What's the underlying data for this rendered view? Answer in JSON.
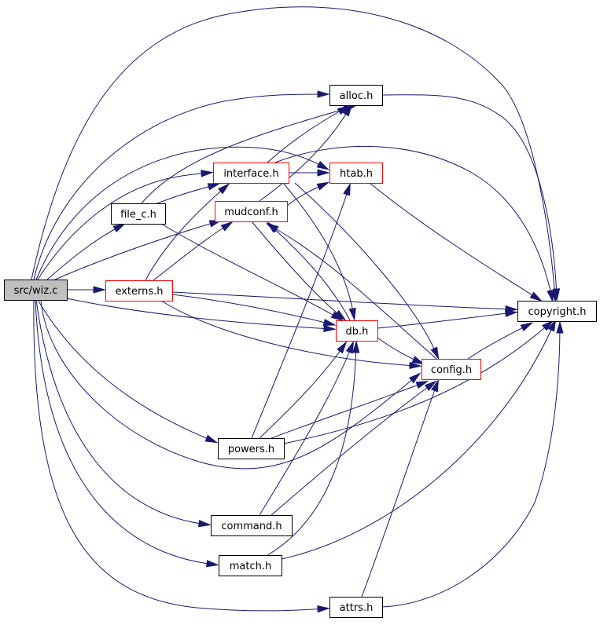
{
  "colors": {
    "edge": "#191970",
    "root_fill": "#bfbfbf",
    "root_border": "#000000",
    "linked_border": "#000000",
    "has_children_border": "#ff0000",
    "node_fill": "#ffffff"
  },
  "nodes": {
    "wiz": {
      "label": "src/wiz.c",
      "kind": "root"
    },
    "file_c": {
      "label": "file_c.h",
      "kind": "leaf"
    },
    "externs": {
      "label": "externs.h",
      "kind": "expandable"
    },
    "interface": {
      "label": "interface.h",
      "kind": "expandable"
    },
    "mudconf": {
      "label": "mudconf.h",
      "kind": "expandable"
    },
    "alloc": {
      "label": "alloc.h",
      "kind": "leaf"
    },
    "htab": {
      "label": "htab.h",
      "kind": "expandable"
    },
    "db": {
      "label": "db.h",
      "kind": "expandable"
    },
    "config": {
      "label": "config.h",
      "kind": "expandable"
    },
    "copyright": {
      "label": "copyright.h",
      "kind": "leaf"
    },
    "powers": {
      "label": "powers.h",
      "kind": "leaf"
    },
    "command": {
      "label": "command.h",
      "kind": "leaf"
    },
    "match": {
      "label": "match.h",
      "kind": "leaf"
    },
    "attrs": {
      "label": "attrs.h",
      "kind": "leaf"
    }
  },
  "edges": [
    [
      "wiz",
      "copyright"
    ],
    [
      "wiz",
      "alloc"
    ],
    [
      "wiz",
      "htab"
    ],
    [
      "wiz",
      "interface"
    ],
    [
      "wiz",
      "file_c"
    ],
    [
      "wiz",
      "mudconf"
    ],
    [
      "wiz",
      "externs"
    ],
    [
      "wiz",
      "db"
    ],
    [
      "wiz",
      "config"
    ],
    [
      "wiz",
      "powers"
    ],
    [
      "wiz",
      "command"
    ],
    [
      "wiz",
      "match"
    ],
    [
      "wiz",
      "attrs"
    ],
    [
      "file_c",
      "alloc"
    ],
    [
      "file_c",
      "interface"
    ],
    [
      "file_c",
      "db"
    ],
    [
      "interface",
      "alloc"
    ],
    [
      "interface",
      "htab"
    ],
    [
      "interface",
      "copyright"
    ],
    [
      "interface",
      "db"
    ],
    [
      "interface",
      "config"
    ],
    [
      "mudconf",
      "alloc"
    ],
    [
      "mudconf",
      "htab"
    ],
    [
      "mudconf",
      "db"
    ],
    [
      "externs",
      "interface"
    ],
    [
      "externs",
      "mudconf"
    ],
    [
      "externs",
      "db"
    ],
    [
      "externs",
      "copyright"
    ],
    [
      "externs",
      "config"
    ],
    [
      "alloc",
      "copyright"
    ],
    [
      "htab",
      "copyright"
    ],
    [
      "db",
      "copyright"
    ],
    [
      "db",
      "config"
    ],
    [
      "db",
      "mudconf"
    ],
    [
      "config",
      "copyright"
    ],
    [
      "config",
      "mudconf"
    ],
    [
      "powers",
      "htab"
    ],
    [
      "powers",
      "db"
    ],
    [
      "powers",
      "config"
    ],
    [
      "powers",
      "copyright"
    ],
    [
      "command",
      "db"
    ],
    [
      "command",
      "config"
    ],
    [
      "match",
      "db"
    ],
    [
      "match",
      "copyright"
    ],
    [
      "attrs",
      "config"
    ],
    [
      "attrs",
      "copyright"
    ]
  ]
}
